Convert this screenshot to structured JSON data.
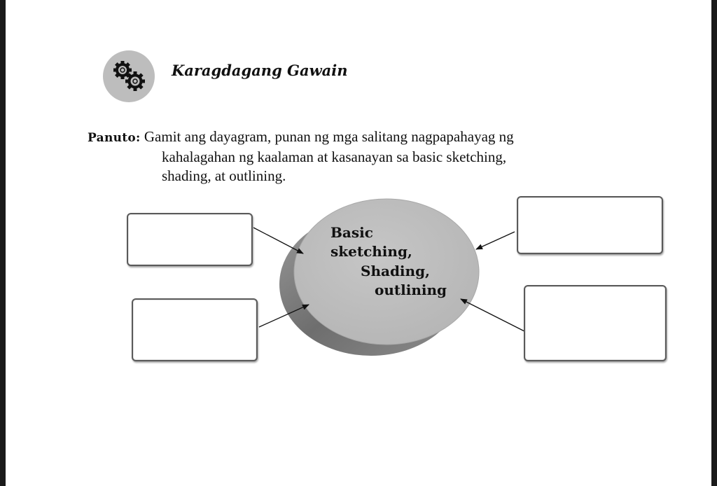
{
  "header": {
    "title": "Karagdagang Gawain",
    "icon": "gears-icon"
  },
  "instruction": {
    "label": "Panuto:",
    "line1": "Gamit ang dayagram, punan ng mga salitang nagpapahayag ng",
    "line2": "kahalagahan ng kaalaman at kasanayan sa basic sketching,",
    "line3": "shading, at outlining."
  },
  "diagram": {
    "center_lines": [
      "Basic",
      "sketching,",
      "Shading,",
      "outlining"
    ],
    "answer_boxes": [
      "",
      "",
      "",
      ""
    ]
  },
  "colors": {
    "ellipse_top": "#bcbcbc",
    "ellipse_side": "#7a7a7a",
    "icon_circle": "#bdbdbd"
  }
}
